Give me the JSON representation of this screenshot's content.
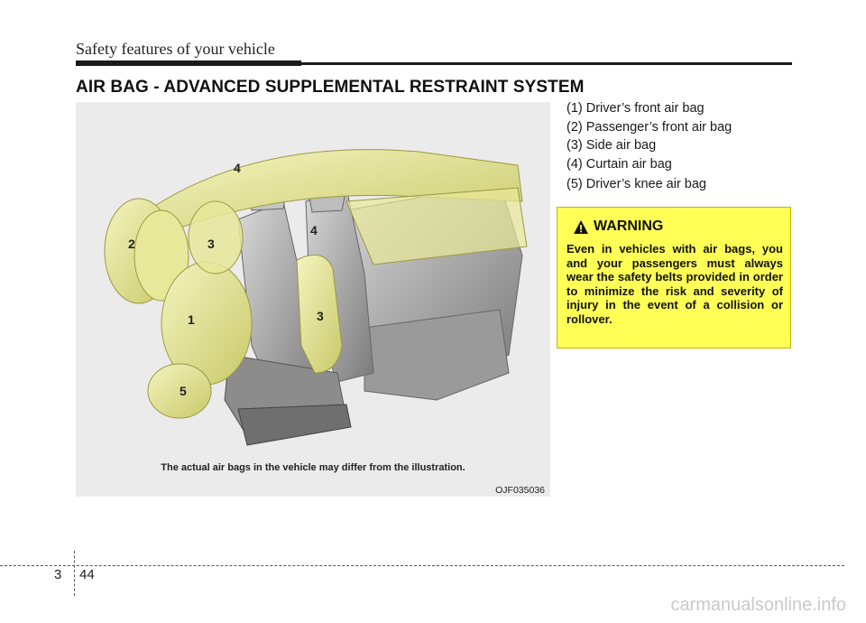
{
  "header": {
    "title": "Safety features of your vehicle"
  },
  "section": {
    "title": "AIR BAG - ADVANCED SUPPLEMENTAL RESTRAINT SYSTEM"
  },
  "figure": {
    "caption": "The actual air bags in the vehicle may differ from the illustration.",
    "code": "OJF035036",
    "callouts": [
      "1",
      "2",
      "3",
      "3",
      "4",
      "4",
      "5"
    ],
    "airbag_color": "#e8e89a"
  },
  "legend": [
    "(1) Driver’s front air bag",
    "(2) Passenger’s front air bag",
    "(3) Side air bag",
    "(4) Curtain air bag",
    "(5) Driver’s knee air bag"
  ],
  "warning": {
    "icon": "warning-triangle-icon",
    "title": "WARNING",
    "body": "Even in vehicles with air bags, you and your passengers must always wear the safety belts provided in order to minimize the risk and severity of injury in the event of a collision or rollover.",
    "background": "#ffff55"
  },
  "footer": {
    "chapter": "3",
    "page": "44"
  },
  "watermark": "carmanualsonline.info"
}
